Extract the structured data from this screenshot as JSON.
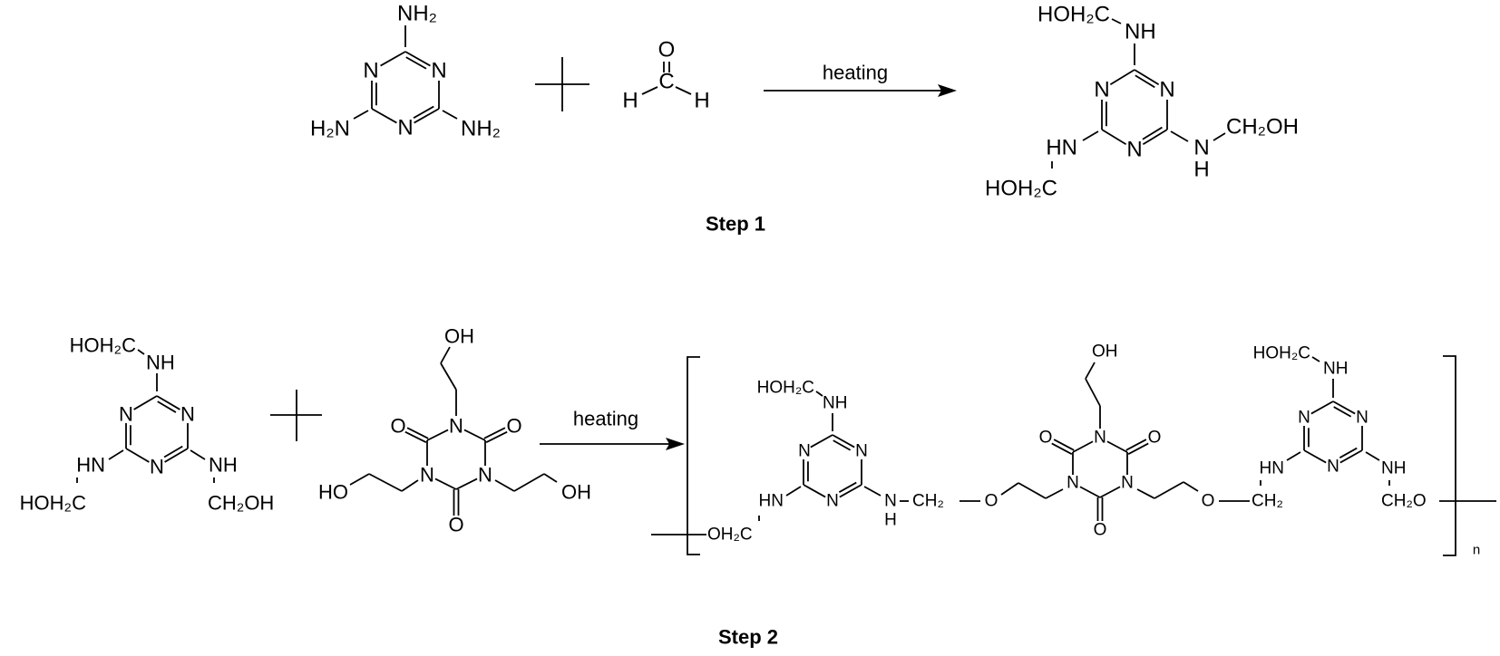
{
  "step1": {
    "title": "Step 1",
    "arrow_label": "heating",
    "melamine": {
      "labels": [
        "NH₂",
        "N",
        "N",
        "N",
        "H₂N",
        "NH₂"
      ]
    },
    "formaldehyde": {
      "labels": [
        "O",
        "C",
        "H",
        "H"
      ]
    },
    "product": {
      "labels": [
        "HOH₂C",
        "NH",
        "N",
        "N",
        "N",
        "HN",
        "HOH₂C",
        "N",
        "H",
        "CH₂OH"
      ]
    }
  },
  "step2": {
    "title": "Step 2",
    "arrow_label": "heating",
    "reactant_melamine": {
      "labels": [
        "HOH₂C",
        "NH",
        "N",
        "N",
        "N",
        "HN",
        "NH",
        "HOH₂C",
        "CH₂OH"
      ]
    },
    "reactant_isocyanurate": {
      "labels": [
        "OH",
        "N",
        "N",
        "N",
        "O",
        "O",
        "O",
        "HO",
        "OH"
      ]
    },
    "polymer": {
      "repeat_subscript": "n",
      "unit_a": {
        "labels": [
          "OH₂C",
          "HN",
          "HOH₂C",
          "NH",
          "N",
          "N",
          "N",
          "N",
          "H",
          "CH₂",
          "O"
        ]
      },
      "unit_iso": {
        "labels": [
          "OH",
          "N",
          "N",
          "N",
          "O",
          "O",
          "O",
          "O"
        ]
      },
      "unit_b": {
        "labels": [
          "CH₂",
          "HN",
          "HOH₂C",
          "NH",
          "N",
          "N",
          "N",
          "NH",
          "CH₂O"
        ]
      }
    }
  }
}
